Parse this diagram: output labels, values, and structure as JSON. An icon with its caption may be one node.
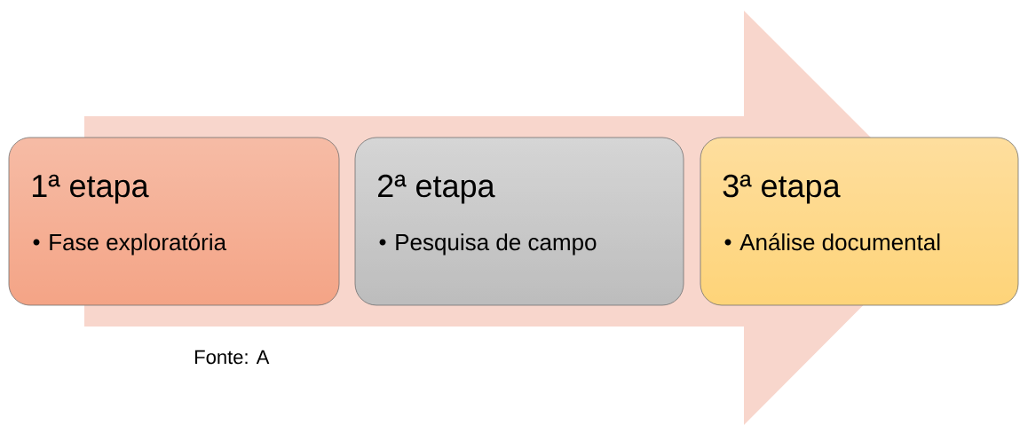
{
  "diagram": {
    "nodes": [
      {
        "text": [
          "1ª etapa",
          "Fase exploratória"
        ]
      },
      {
        "text": [
          "2ª etapa",
          "Pesquisa de campo"
        ]
      },
      {
        "text": [
          "3ª etapa",
          "Análise documental"
        ]
      }
    ],
    "edges": [
      {
        "from": 0,
        "to": 2,
        "arrow": "to"
      }
    ],
    "labels": [
      "Fonte:   A"
    ]
  }
}
